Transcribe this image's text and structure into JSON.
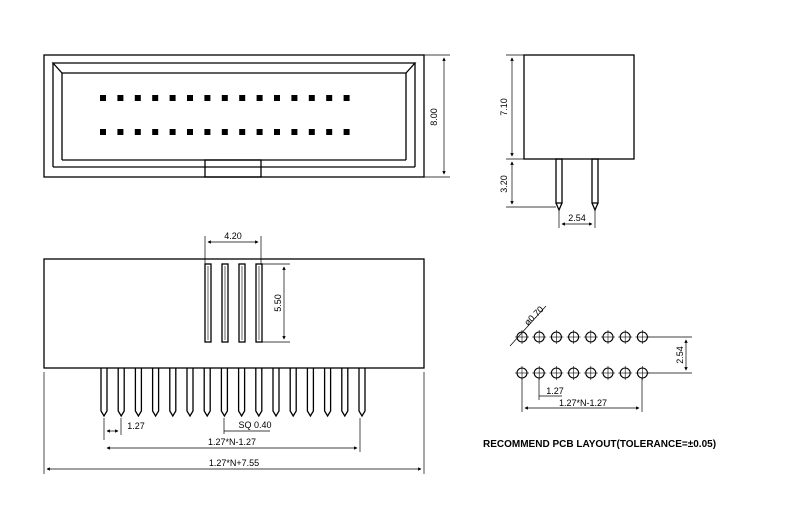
{
  "top_view": {
    "dim_height": "8.00",
    "pin_rows": 2,
    "pins_per_row": 15
  },
  "side_view": {
    "dim_body_height": "7.10",
    "dim_pin_length": "3.20",
    "dim_pin_pitch": "2.54"
  },
  "front_view": {
    "dim_key_width": "4.20",
    "dim_key_height": "5.50",
    "dim_pitch": "1.27",
    "dim_pin_square": "SQ 0.40",
    "dim_span": "1.27*N-1.27",
    "dim_total": "1.27*N+7.55",
    "pin_count": 16
  },
  "pcb_layout": {
    "dim_hole": "ø0.70",
    "dim_row_pitch": "2.54",
    "dim_pitch": "1.27",
    "dim_span": "1.27*N-1.27",
    "note": "RECOMMEND PCB LAYOUT(TOLERANCE=±0.05)",
    "holes_per_row": 8
  }
}
